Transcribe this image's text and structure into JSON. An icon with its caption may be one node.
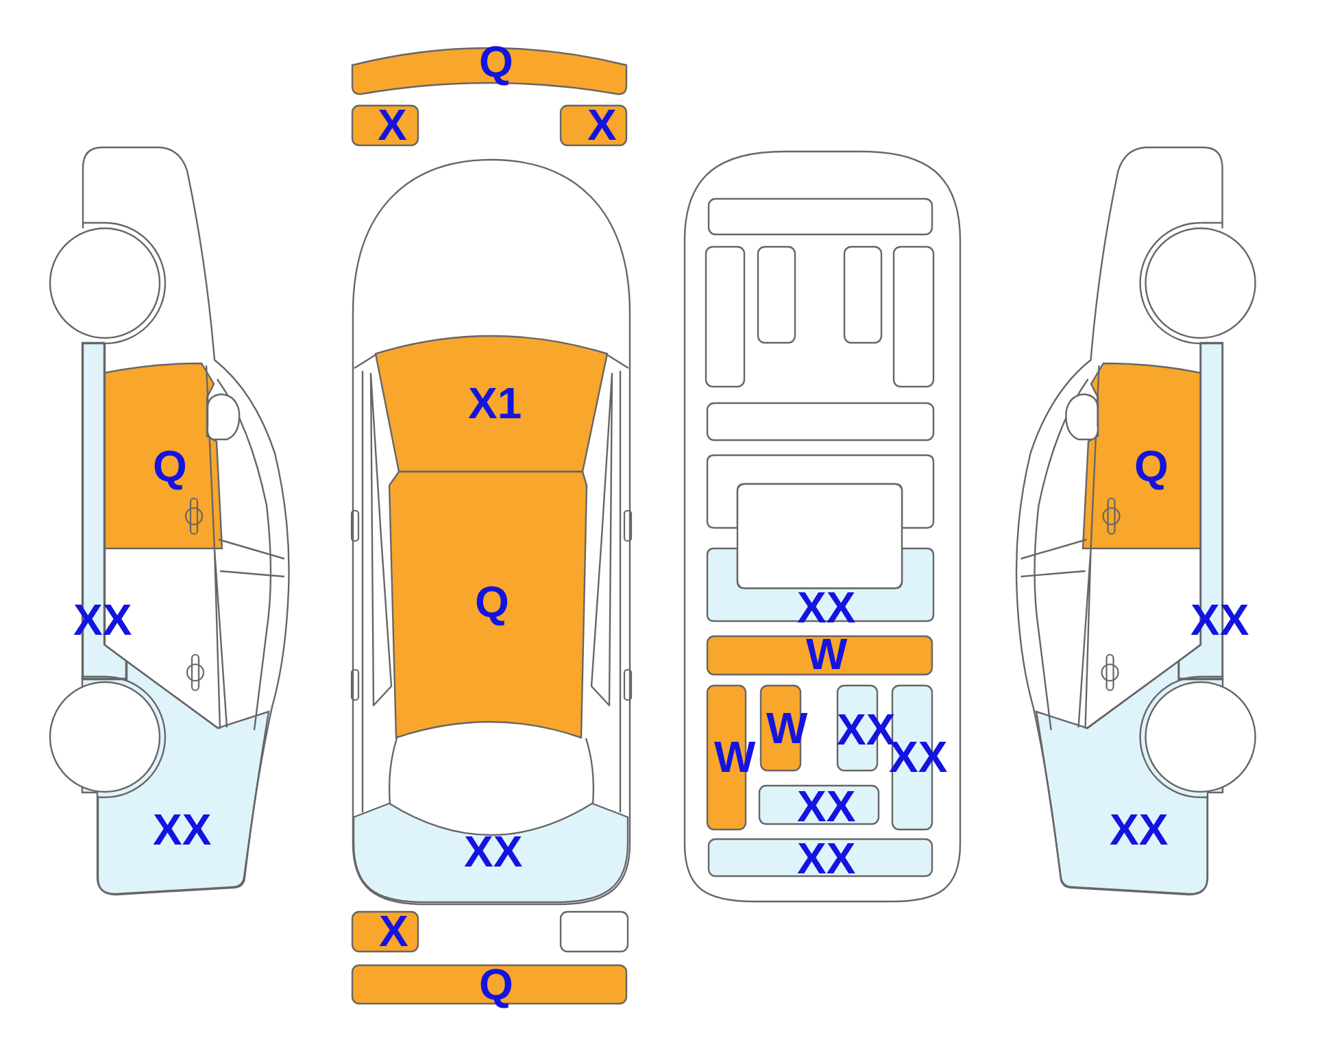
{
  "diagram": {
    "nodes": [
      {
        "text": [
          "Q"
        ]
      },
      {
        "text": [
          "XX"
        ]
      },
      {
        "text": [
          "XX"
        ]
      },
      {
        "text": [
          "Q"
        ]
      },
      {
        "text": [
          "X"
        ]
      },
      {
        "text": [
          "X"
        ]
      },
      {
        "text": [
          "X1"
        ]
      },
      {
        "text": [
          "Q"
        ]
      },
      {
        "text": [
          "XX"
        ]
      },
      {
        "text": [
          "X"
        ]
      },
      {
        "text": [],
        "shape": "box"
      },
      {
        "text": [
          "Q"
        ]
      },
      {
        "text": [],
        "shape": "box"
      },
      {
        "text": [],
        "shape": "box"
      },
      {
        "text": [],
        "shape": "box"
      },
      {
        "text": [],
        "shape": "box"
      },
      {
        "text": [],
        "shape": "box"
      },
      {
        "text": [],
        "shape": "box"
      },
      {
        "text": [],
        "shape": "box"
      },
      {
        "text": [],
        "shape": "box"
      },
      {
        "text": [
          "XX"
        ]
      },
      {
        "text": [
          "W"
        ]
      },
      {
        "text": [
          "W"
        ]
      },
      {
        "text": [
          "W"
        ]
      },
      {
        "text": [
          "XX"
        ]
      },
      {
        "text": [
          "XX"
        ]
      },
      {
        "text": [
          "XX"
        ]
      },
      {
        "text": [
          "XX"
        ]
      },
      {
        "text": [
          "Q"
        ]
      },
      {
        "text": [
          "XX"
        ]
      },
      {
        "text": [
          "XX"
        ]
      }
    ]
  }
}
